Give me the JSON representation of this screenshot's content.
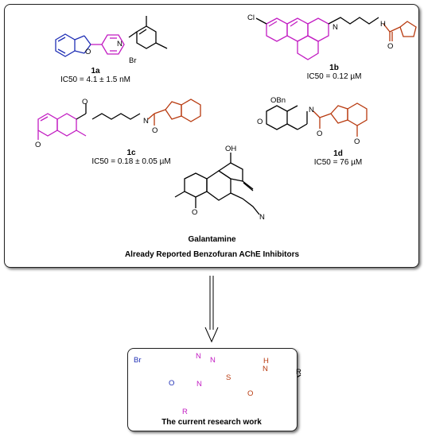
{
  "compounds": [
    {
      "id": "1a",
      "activity": "IC50 = 4.1 ± 1.5 nM"
    },
    {
      "id": "1b",
      "activity": "IC50 = 0.12 µM"
    },
    {
      "id": "1c",
      "activity": "IC50 = 0.18 ± 0.05 µM"
    },
    {
      "id": "1d",
      "activity": "IC50 = 76 µM"
    }
  ],
  "galantamine": {
    "name": "Galantamine"
  },
  "top_caption": "Already Reported Benzofuran AChE Inhibitors",
  "bottom_caption": "The current research work",
  "atoms": {
    "cl": "Cl",
    "h": "H",
    "n": "N",
    "o": "O",
    "br": "Br",
    "br_minus": "Br",
    "obn": "OBn",
    "oh": "OH",
    "s": "S",
    "r": "R"
  },
  "colors": {
    "blue": "#1f2fb5",
    "magenta": "#c21cc2",
    "red": "#b83a0f",
    "black": "#000000"
  }
}
